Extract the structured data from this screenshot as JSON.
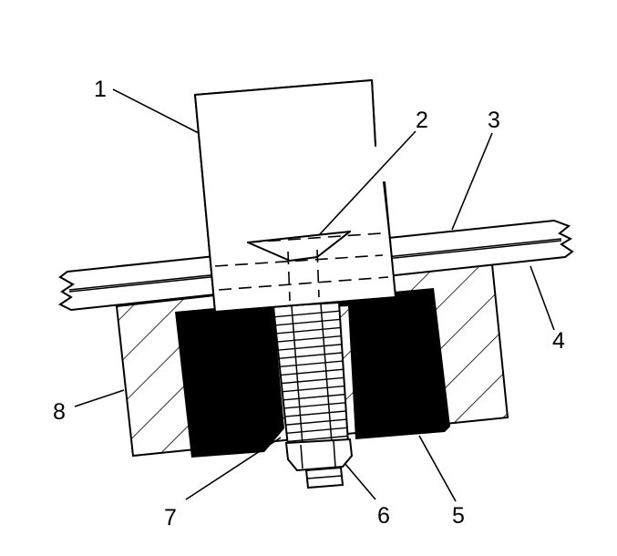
{
  "diagram": {
    "callouts": [
      {
        "id": "1",
        "label": "1"
      },
      {
        "id": "2",
        "label": "2"
      },
      {
        "id": "3",
        "label": "3"
      },
      {
        "id": "4",
        "label": "4"
      },
      {
        "id": "5",
        "label": "5"
      },
      {
        "id": "6",
        "label": "6"
      },
      {
        "id": "7",
        "label": "7"
      },
      {
        "id": "8",
        "label": "8"
      }
    ]
  },
  "colors": {
    "line": "#000000",
    "fill_dark": "#000000",
    "background": "#ffffff"
  }
}
